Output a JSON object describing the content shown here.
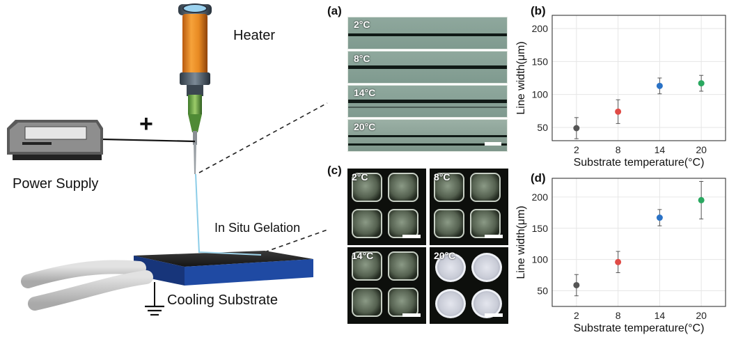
{
  "schematic": {
    "heater_label": "Heater",
    "power_label": "Power Supply",
    "plus_sign": "+",
    "gelation_label": "In Situ Gelation",
    "substrate_label": "Cooling Substrate"
  },
  "panels": {
    "a": {
      "letter": "(a)",
      "strips": [
        "2°C",
        "8°C",
        "14°C",
        "20°C"
      ]
    },
    "c": {
      "letter": "(c)",
      "tiles": [
        "2°C",
        "8°C",
        "14°C",
        "20°C"
      ]
    }
  },
  "chart_data": [
    {
      "panel": "(b)",
      "type": "scatter",
      "categories": [
        "2",
        "8",
        "14",
        "20"
      ],
      "values": [
        49,
        74,
        113,
        117
      ],
      "errors": [
        16,
        18,
        12,
        12
      ],
      "colors": [
        "#555555",
        "#e04b46",
        "#2a72c6",
        "#2aa860"
      ],
      "xlabel": "Substrate temperature(°C)",
      "ylabel": "Line width(μm)",
      "ylim": [
        30,
        220
      ],
      "yticks": [
        50,
        100,
        150,
        200
      ],
      "grid": true
    },
    {
      "panel": "(d)",
      "type": "scatter",
      "categories": [
        "2",
        "8",
        "14",
        "20"
      ],
      "values": [
        59,
        96,
        167,
        195
      ],
      "errors": [
        17,
        17,
        13,
        30
      ],
      "colors": [
        "#555555",
        "#e04b46",
        "#2a72c6",
        "#2aa860"
      ],
      "xlabel": "Substrate temperature(°C)",
      "ylabel": "Line width(μm)",
      "ylim": [
        25,
        230
      ],
      "yticks": [
        50,
        100,
        150,
        200
      ],
      "grid": true
    }
  ]
}
